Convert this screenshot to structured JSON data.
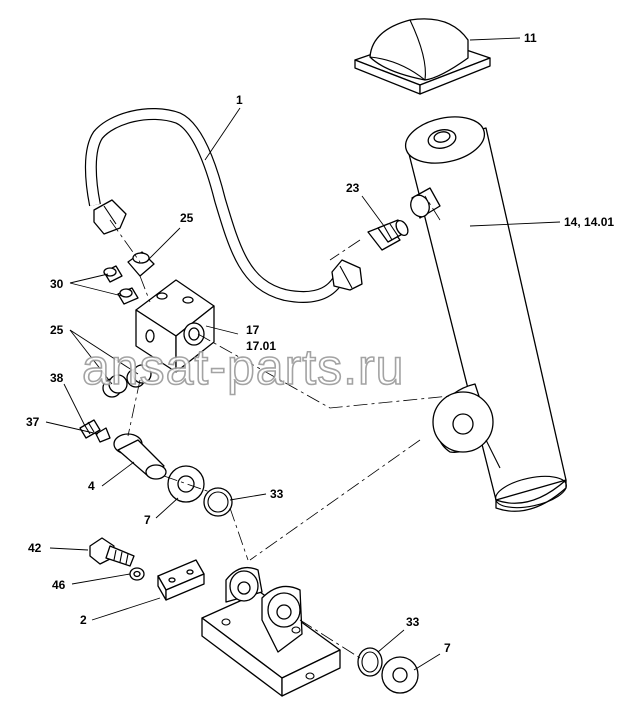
{
  "watermark": "ansat-parts.ru",
  "callouts": {
    "c1": "1",
    "c11": "11",
    "c14": "14, 14.01",
    "c23": "23",
    "c25a": "25",
    "c30": "30",
    "c17": "17",
    "c1701": "17.01",
    "c25b": "25",
    "c38": "38",
    "c37": "37",
    "c4": "4",
    "c33a": "33",
    "c7a": "7",
    "c42": "42",
    "c46": "46",
    "c2": "2",
    "c33b": "33",
    "c7b": "7"
  }
}
